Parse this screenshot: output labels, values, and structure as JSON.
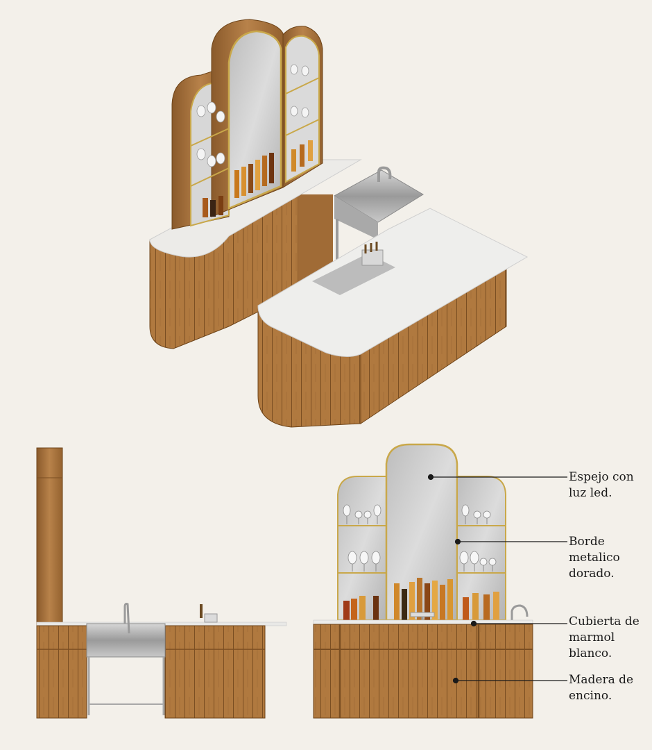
{
  "colors": {
    "background": "#f3f0ea",
    "oak": "#b0793f",
    "oak_dark": "#7f5326",
    "marble": "#eeeeec",
    "gold_trim": "#c9a84a",
    "mirror": "#c7c7c7",
    "steel": "#b4b4b4"
  },
  "views": [
    {
      "name": "isometric-view"
    },
    {
      "name": "side-elevation"
    },
    {
      "name": "front-elevation"
    }
  ],
  "callouts": [
    {
      "label": "Espejo con\nluz led."
    },
    {
      "label": "Borde\nmetalico\ndorado."
    },
    {
      "label": "Cubierta de\nmarmol\nblanco."
    },
    {
      "label": "Madera de\nencino."
    }
  ]
}
